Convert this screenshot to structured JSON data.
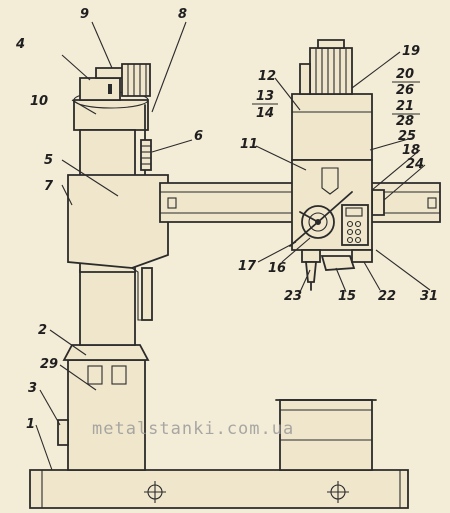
{
  "callouts": {
    "c1": "1",
    "c2": "2",
    "c3": "3",
    "c4": "4",
    "c5": "5",
    "c6": "6",
    "c7": "7",
    "c8": "8",
    "c9": "9",
    "c10": "10",
    "c11": "11",
    "c12": "12",
    "c13": "13",
    "c14": "14",
    "c15": "15",
    "c16": "16",
    "c17": "17",
    "c18": "18",
    "c19": "19",
    "c20": "20",
    "c21": "21",
    "c22": "22",
    "c23": "23",
    "c24": "24",
    "c25": "25",
    "c26": "26",
    "c28": "28",
    "c29": "29",
    "c31": "31"
  },
  "watermark": "metalstanki.com.ua",
  "colors": {
    "paper": "#f3ecd7",
    "ink": "#2b2b2b",
    "watermark": "#9a9a9a"
  }
}
